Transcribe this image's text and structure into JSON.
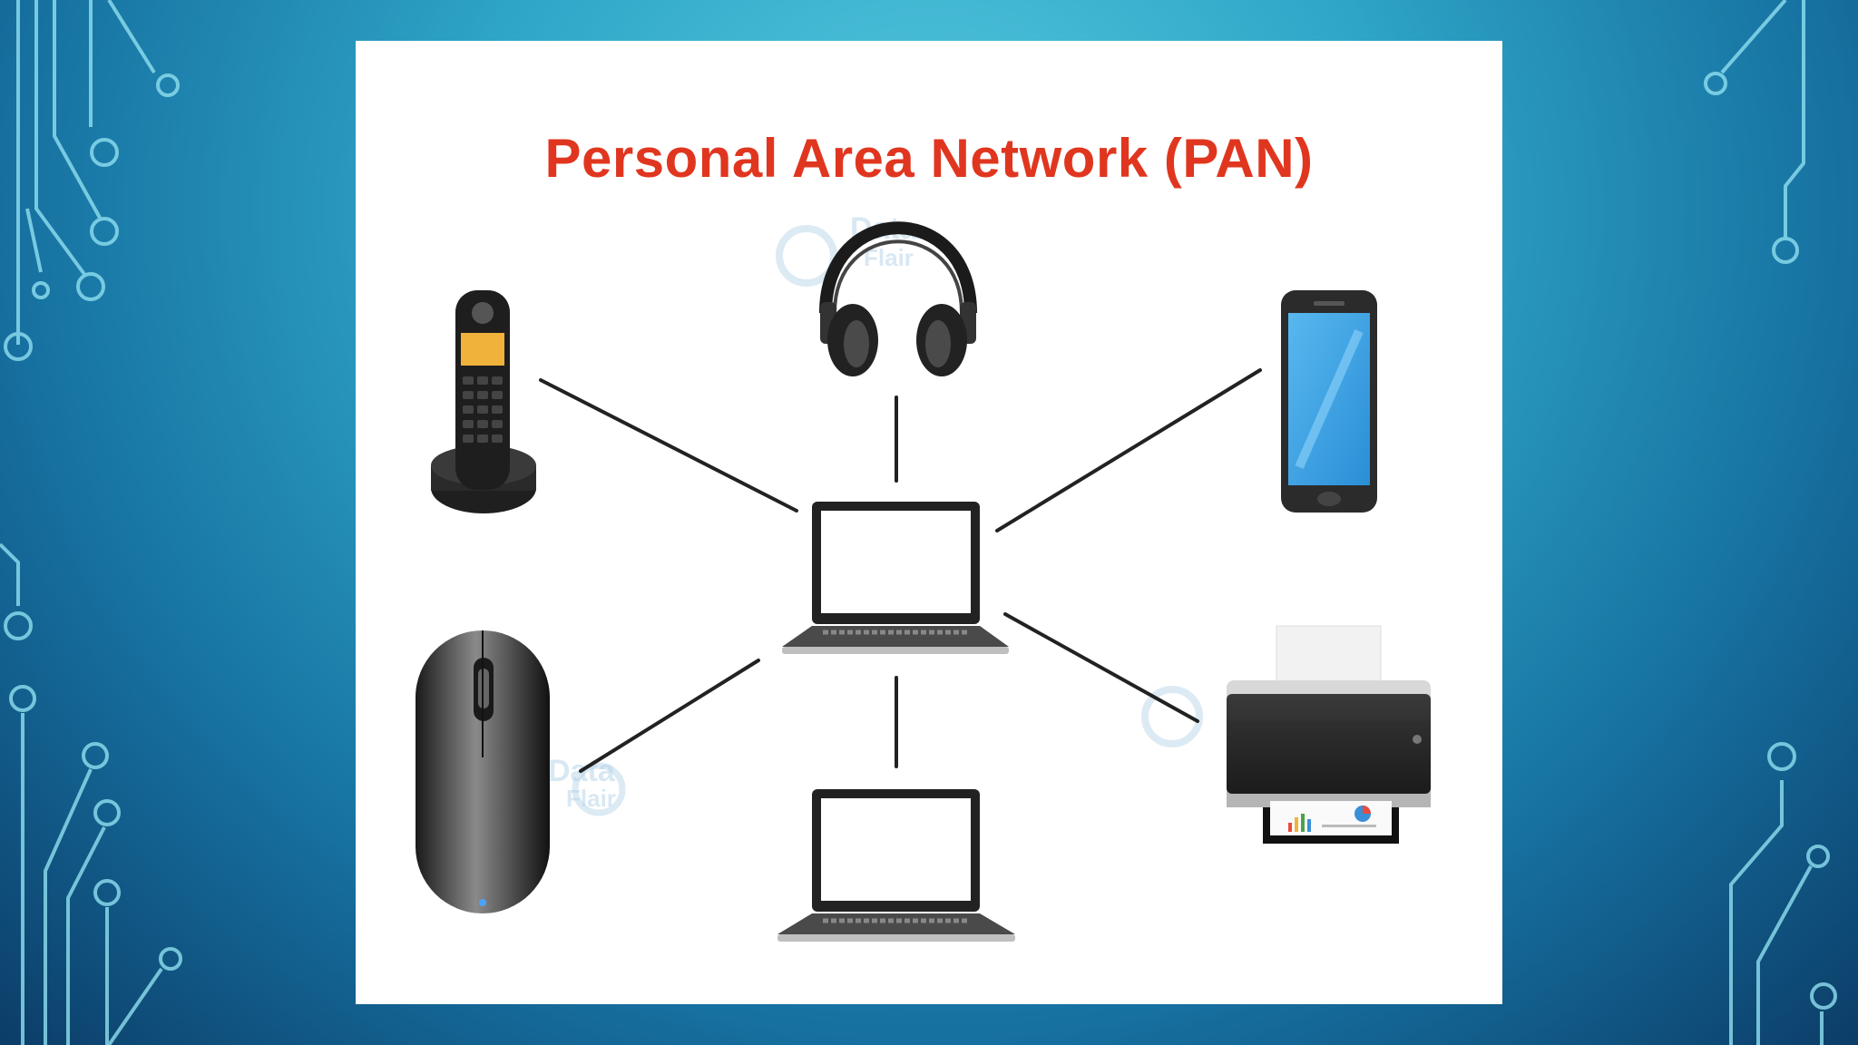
{
  "diagram": {
    "title": "Personal Area Network (PAN)",
    "hub": "laptop-icon",
    "devices": [
      "headphones-icon",
      "smartphone-icon",
      "printer-icon",
      "laptop-icon",
      "mouse-icon",
      "cordless-phone-icon"
    ],
    "watermark": {
      "line1": "Data",
      "line2": "Flair"
    },
    "colors": {
      "title": "#e0361f",
      "link": "#222222",
      "background": "#2fa6c8"
    }
  }
}
